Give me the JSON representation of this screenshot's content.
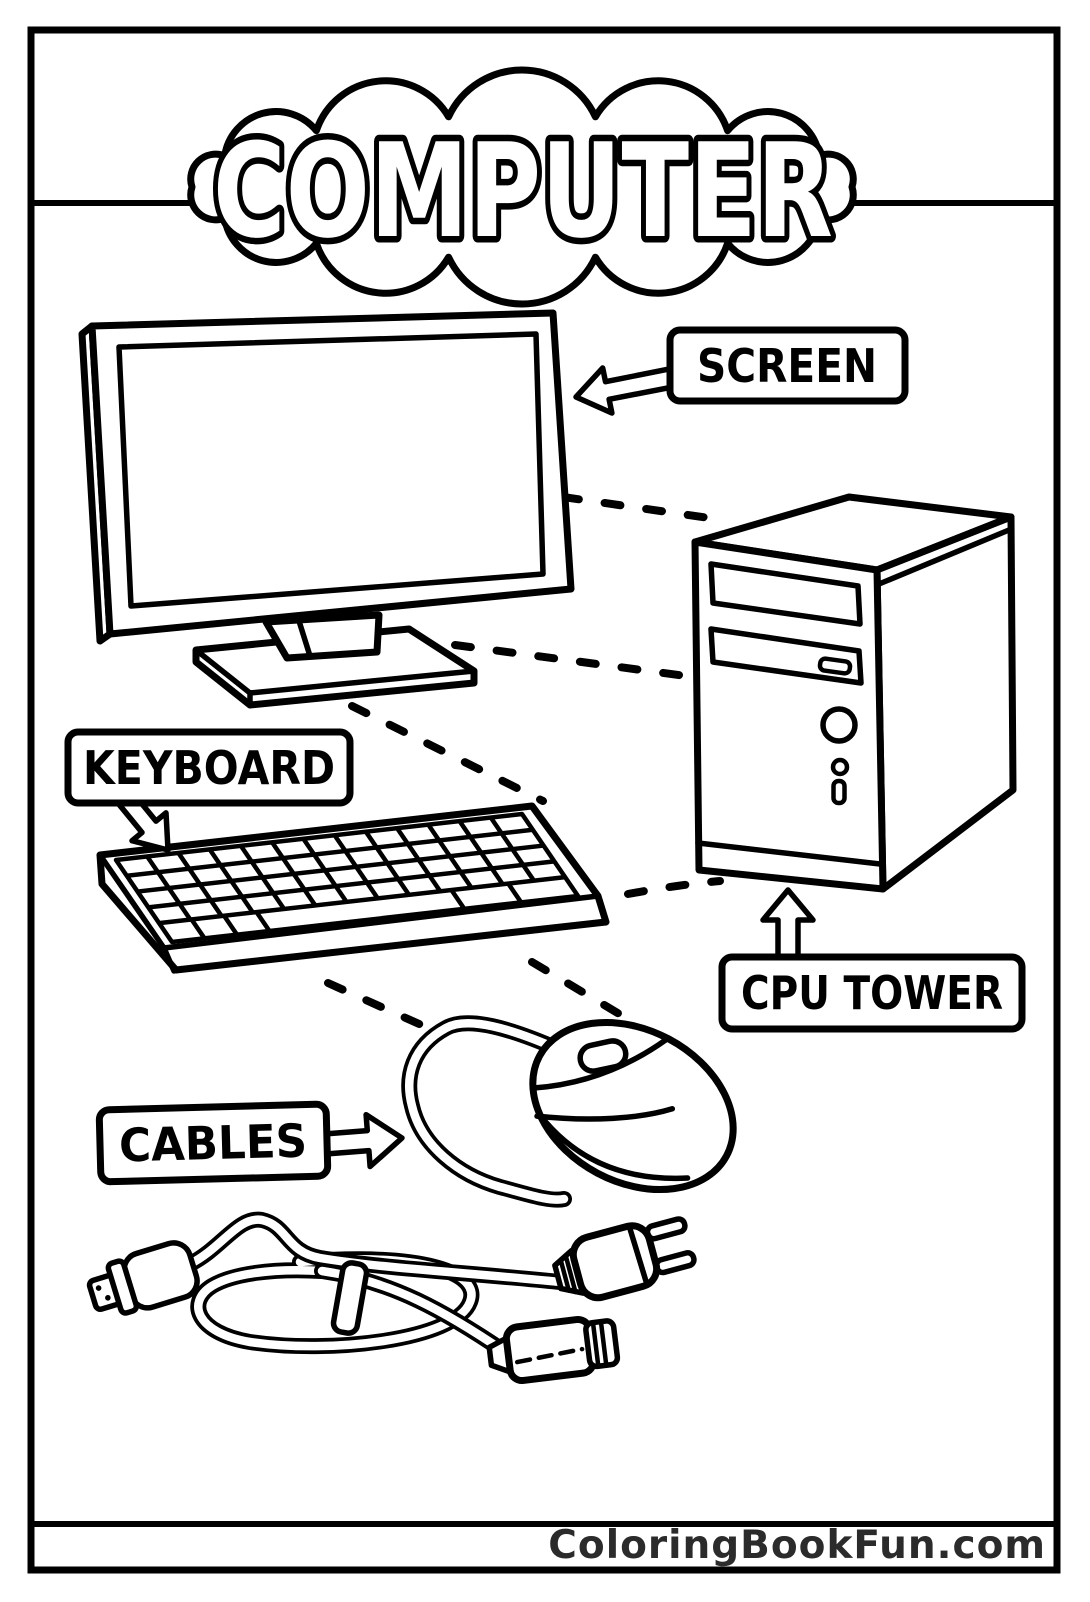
{
  "page": {
    "background": "#ffffff",
    "ink": "#000000"
  },
  "title": {
    "text": "COMPUTER"
  },
  "labels": {
    "screen": "SCREEN",
    "keyboard": "KEYBOARD",
    "cpu_tower": "CPU TOWER",
    "cables": "CABLES"
  },
  "footer": {
    "site_name": "ColoringBookFun.com",
    "color": "#2b2b2b"
  },
  "diagram": {
    "type": "labeled-parts-coloring-page",
    "parts": [
      {
        "label": "SCREEN",
        "depicts": "computer monitor"
      },
      {
        "label": "CPU TOWER",
        "depicts": "desktop tower case"
      },
      {
        "label": "KEYBOARD",
        "depicts": "computer keyboard"
      },
      {
        "label": "CABLES",
        "depicts": "mouse and cables with plugs"
      }
    ]
  }
}
